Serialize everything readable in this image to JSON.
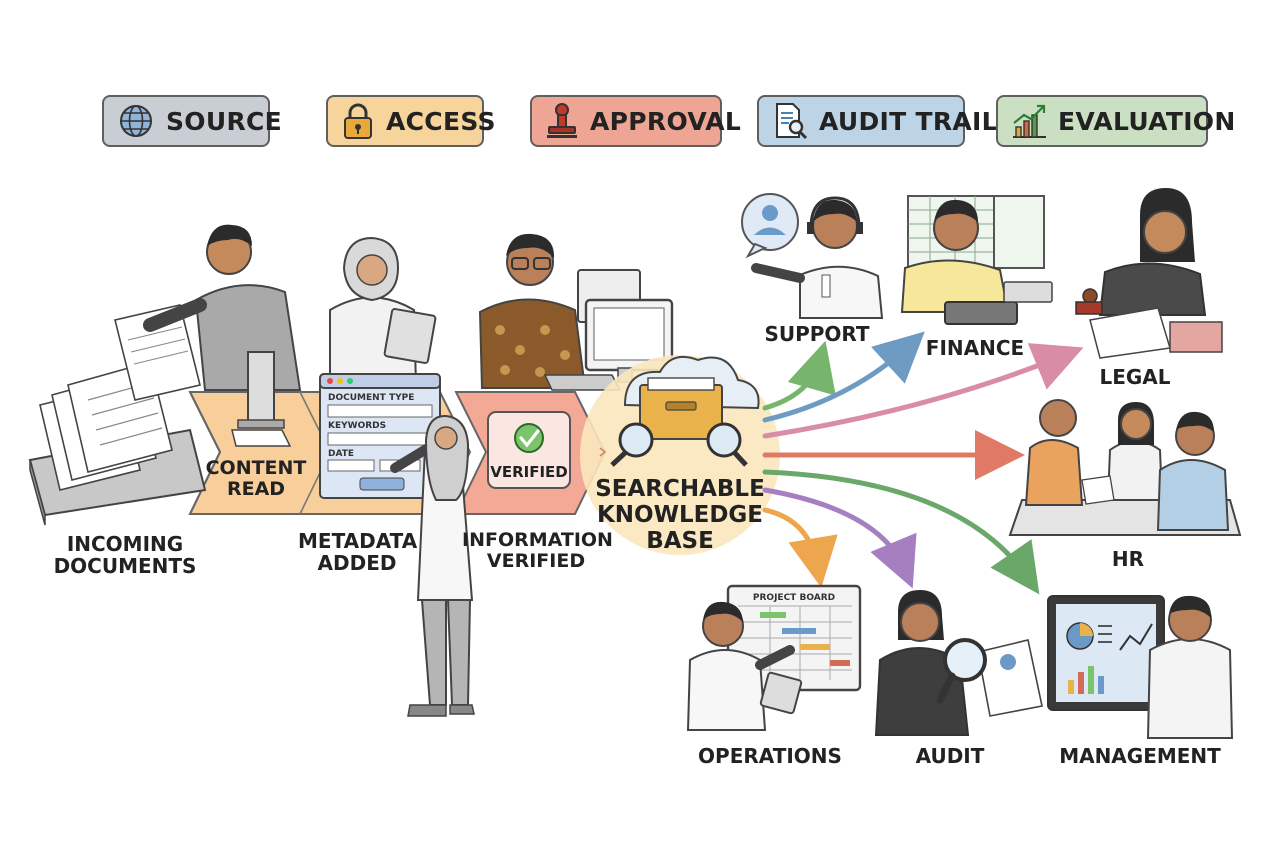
{
  "legend": [
    {
      "label": "SOURCE",
      "icon": "globe-icon",
      "color": "#c7ccd3"
    },
    {
      "label": "ACCESS",
      "icon": "padlock-icon",
      "color": "#f6d39a"
    },
    {
      "label": "APPROVAL",
      "icon": "stamp-icon",
      "color": "#efa391"
    },
    {
      "label": "AUDIT TRAIL",
      "icon": "document-magnifier-icon",
      "color": "#b9d3e6"
    },
    {
      "label": "EVALUATION",
      "icon": "bar-chart-icon",
      "color": "#c9dfc0"
    }
  ],
  "pipeline": {
    "incoming": "INCOMING\nDOCUMENTS",
    "content_read": "CONTENT\nREAD",
    "metadata": "METADATA\nADDED",
    "information_verified": "INFORMATION\nVERIFIED",
    "verified_badge": "VERIFIED",
    "form": {
      "document_type": "DOCUMENT TYPE",
      "keywords": "KEYWORDS",
      "date": "DATE"
    },
    "hub": "SEARCHABLE\nKNOWLEDGE\nBASE"
  },
  "departments": {
    "support": "SUPPORT",
    "finance": "FINANCE",
    "legal": "LEGAL",
    "hr": "HR",
    "operations": "OPERATIONS",
    "audit": "AUDIT",
    "management": "MANAGEMENT"
  },
  "project_board_title": "PROJECT BOARD"
}
